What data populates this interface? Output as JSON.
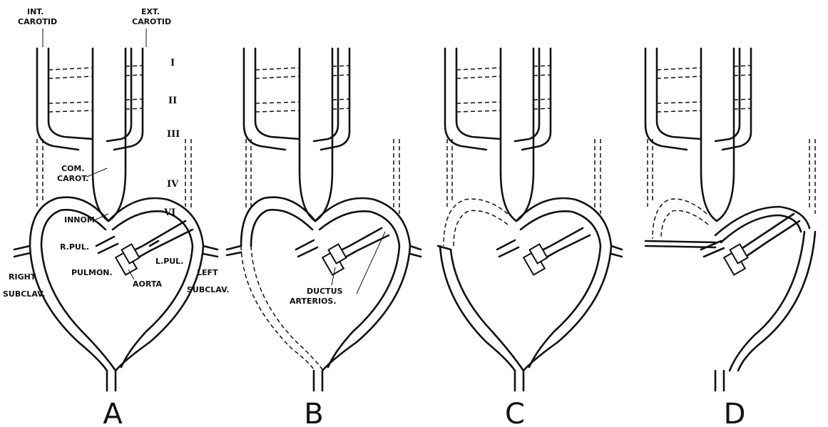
{
  "panels": [
    {
      "id": "A",
      "label": "A"
    },
    {
      "id": "B",
      "label": "B"
    },
    {
      "id": "C",
      "label": "C"
    },
    {
      "id": "D",
      "label": "D"
    }
  ],
  "labels": {
    "int_carotid_1": "INT.",
    "int_carotid_2": "CAROTID",
    "ext_carotid_1": "EXT.",
    "ext_carotid_2": "CAROTID",
    "arch_I": "I",
    "arch_II": "II",
    "arch_III": "III",
    "arch_IV": "IV",
    "arch_VI": "VI",
    "com_carot_1": "COM.",
    "com_carot_2": "CAROT.",
    "innom": "INNOM.",
    "r_pul": "R.PUL.",
    "l_pul": "L.PUL.",
    "pulmon": "PULMON.",
    "aorta": "AORTA",
    "right_subclav_1": "RIGHT",
    "right_subclav_2": "SUBCLAV.",
    "left_subclav_1": "LEFT",
    "left_subclav_2": "SUBCLAV.",
    "ductus_1": "DUCTUS",
    "ductus_2": "ARTERIOS."
  }
}
